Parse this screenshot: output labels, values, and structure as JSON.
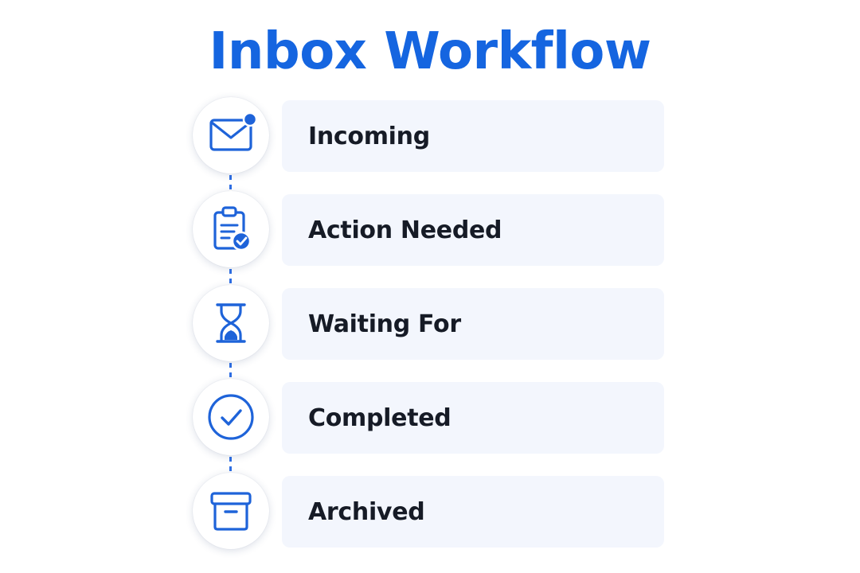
{
  "title": "Inbox Workflow",
  "colors": {
    "accent": "#1565e0",
    "icon": "#1e63d9",
    "card_background": "#f3f6fd",
    "label_text": "#161b26"
  },
  "steps": [
    {
      "label": "Incoming",
      "icon": "envelope-notification-icon"
    },
    {
      "label": "Action Needed",
      "icon": "clipboard-check-icon"
    },
    {
      "label": "Waiting For",
      "icon": "hourglass-icon"
    },
    {
      "label": "Completed",
      "icon": "check-circle-icon"
    },
    {
      "label": "Archived",
      "icon": "archive-box-icon"
    }
  ]
}
